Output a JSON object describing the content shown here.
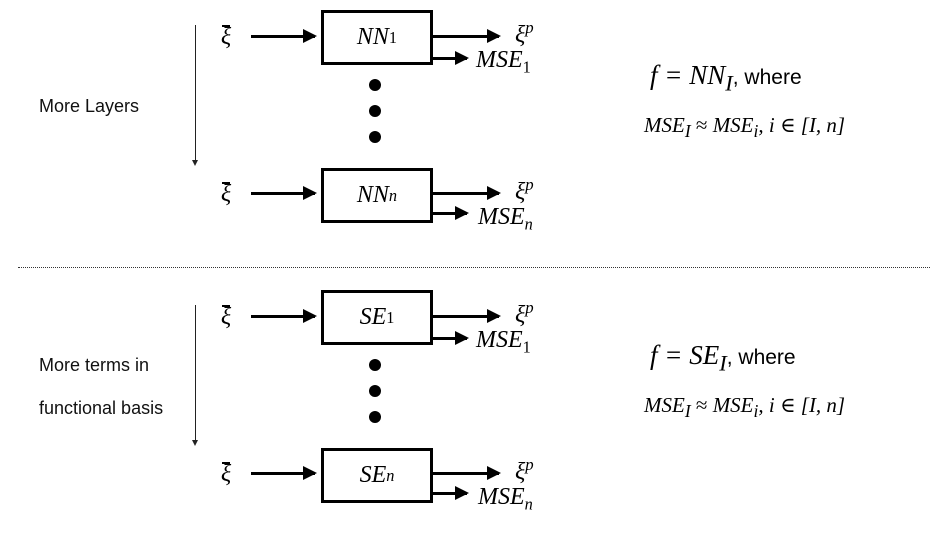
{
  "sections": [
    {
      "id": "layers",
      "side_label_lines": [
        "More Layers"
      ],
      "input_symbol": "ξ",
      "output_symbol": "ξ",
      "output_superscript": "p",
      "model_prefix": "NN",
      "blocks": [
        {
          "base": "NN",
          "subscript": "1",
          "mse_base": "MSE",
          "mse_subscript": "1"
        },
        {
          "base": "NN",
          "subscript": "n",
          "mse_base": "MSE",
          "mse_subscript": "n"
        }
      ],
      "formula": {
        "lhs": "f = ",
        "model_base": "NN",
        "model_subscript": "I",
        "suffix": ", where",
        "line2_base": "MSE",
        "line2_sub_left": "I",
        "line2_approx": " ≈ ",
        "line2_base_right": "MSE",
        "line2_sub_right": "i",
        "line2_tail": ", i ∈ [I, n]"
      }
    },
    {
      "id": "terms",
      "side_label_lines": [
        "More terms in",
        "functional basis"
      ],
      "input_symbol": "ξ",
      "output_symbol": "ξ",
      "output_superscript": "p",
      "model_prefix": "SE",
      "blocks": [
        {
          "base": "SE",
          "subscript": "1",
          "mse_base": "MSE",
          "mse_subscript": "1"
        },
        {
          "base": "SE",
          "subscript": "n",
          "mse_base": "MSE",
          "mse_subscript": "n"
        }
      ],
      "formula": {
        "lhs": "f = ",
        "model_base": "SE",
        "model_subscript": "I",
        "suffix": ", where",
        "line2_base": "MSE",
        "line2_sub_left": "I",
        "line2_approx": " ≈ ",
        "line2_base_right": "MSE",
        "line2_sub_right": "i",
        "line2_tail": ", i ∈ [I, n]"
      }
    }
  ],
  "icons": {
    "ellipsis": "vertical-dots-icon",
    "direction": "down-arrow-icon"
  }
}
